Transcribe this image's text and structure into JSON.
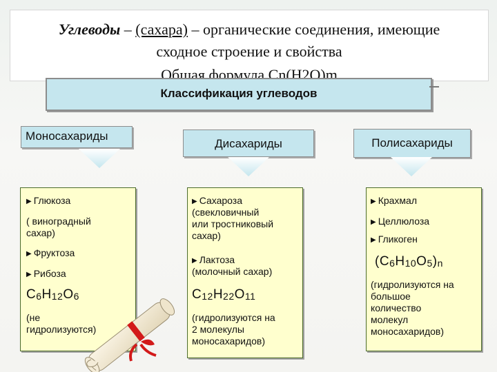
{
  "header": {
    "word_carbs": "Углеводы",
    "dash1": " – ",
    "word_sugars": "(сахара)",
    "line1_rest": " – органические соединения, имеющие",
    "line2": "сходное строение и свойства",
    "line3": "Общая формула Cn(H2O)m"
  },
  "classification": {
    "title": "Классификация углеводов"
  },
  "categories": {
    "mono": "Моносахариды",
    "di": "Дисахариды",
    "poly": "Полисахариды"
  },
  "mono_panel": {
    "glucose": "Глюкоза",
    "glucose_note1": "( виноградный",
    "glucose_note2": "сахар)",
    "fructose": "Фруктоза",
    "ribose": "Рибоза",
    "formula": {
      "c": "C",
      "c_n": "6",
      "h": "H",
      "h_n": "12",
      "o": "O",
      "o_n": "6"
    },
    "note1": "(не",
    "note2": "гидролизуются)"
  },
  "di_panel": {
    "sucrose": "Сахароза",
    "sucrose_note1": "(свекловичный",
    "sucrose_note2": "или тростниковый",
    "sucrose_note3": "сахар)",
    "lactose": "Лактоза",
    "lactose_note": "(молочный сахар)",
    "formula": {
      "c": "C",
      "c_n": "12",
      "h": "H",
      "h_n": "22",
      "o": "O",
      "o_n": "11"
    },
    "note1": "(гидролизуются на",
    "note2": "2 молекулы",
    "note3": "моносахаридов)"
  },
  "poly_panel": {
    "starch": "Крахмал",
    "cellulose": "Целлюлоза",
    "glycogen": "Гликоген",
    "formula": {
      "open": "(",
      "c": "C",
      "c_n": "6",
      "h": "H",
      "h_n": "10",
      "o": "O",
      "o_n": "5",
      "close": ")",
      "n": "n"
    },
    "note1": "(гидролизуются на",
    "note2": "большое",
    "note3": "количество",
    "note4": "молекул",
    "note5": "моносахаридов)"
  },
  "colors": {
    "box_fill": "#c5e6ee",
    "panel_fill": "#ffffce",
    "ribbon": "#d21a1a"
  }
}
